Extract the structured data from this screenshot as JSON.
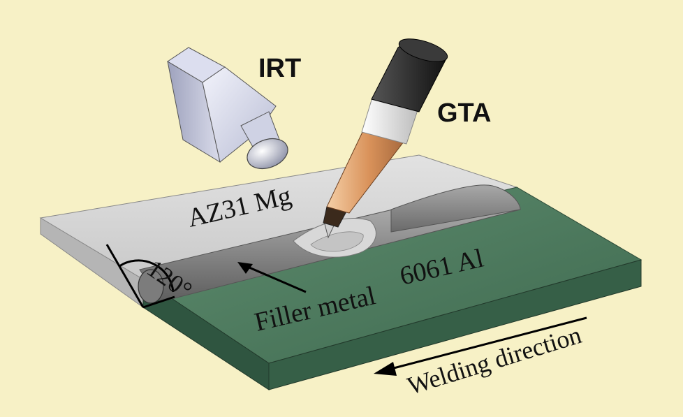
{
  "labels": {
    "irt": "IRT",
    "gta": "GTA",
    "mg_plate": "AZ31 Mg",
    "al_plate": "6061 Al",
    "angle": "120°",
    "filler": "Filler metal",
    "direction": "Welding direction"
  },
  "colors": {
    "background": "#f7f1c6",
    "mg_plate": "#d3d3d3",
    "al_plate": "#4d7a5c",
    "filler": "#9a9a9a",
    "torch_body": "#e0a878",
    "torch_cap": "#222222",
    "camera": "#c8cbe0"
  }
}
